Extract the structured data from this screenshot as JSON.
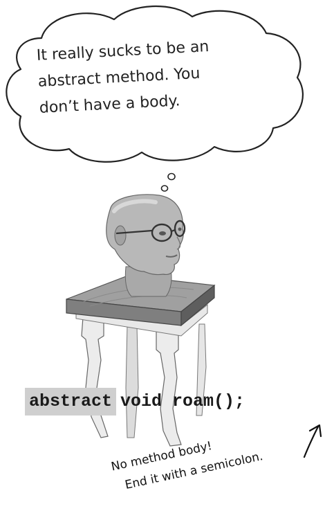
{
  "thought": {
    "lines": [
      "It really sucks to be an",
      "abstract method.  You",
      "don’t have a body."
    ]
  },
  "code": {
    "keyword": "abstract",
    "rest": "void roam();"
  },
  "annotation": {
    "lines": [
      "No method body!",
      "End it with a semicolon."
    ]
  }
}
